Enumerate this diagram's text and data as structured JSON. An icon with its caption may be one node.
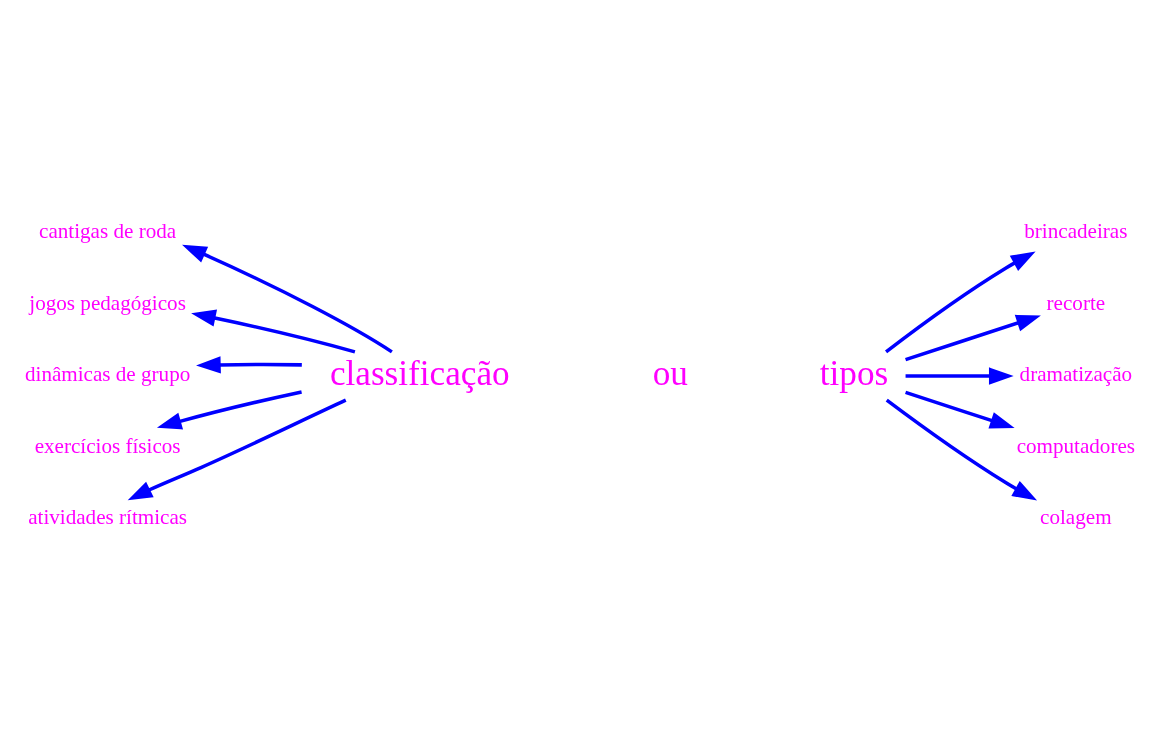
{
  "diagram": {
    "nodes": [
      {
        "text": [
          "classificação"
        ]
      },
      {
        "text": [
          "ou"
        ]
      },
      {
        "text": [
          "tipos"
        ]
      },
      {
        "text": [
          "cantigas de roda"
        ]
      },
      {
        "text": [
          "jogos pedagógicos"
        ]
      },
      {
        "text": [
          "dinâmicas de grupo"
        ]
      },
      {
        "text": [
          "exercícios físicos"
        ]
      },
      {
        "text": [
          "atividades rítmicas"
        ]
      },
      {
        "text": [
          "brincadeiras"
        ]
      },
      {
        "text": [
          "recorte"
        ]
      },
      {
        "text": [
          "dramatização"
        ]
      },
      {
        "text": [
          "computadores"
        ]
      },
      {
        "text": [
          "colagem"
        ]
      }
    ],
    "edges": [
      {
        "from": 0,
        "to": 3,
        "arrow": "to"
      },
      {
        "from": 0,
        "to": 4,
        "arrow": "to"
      },
      {
        "from": 0,
        "to": 5,
        "arrow": "to"
      },
      {
        "from": 0,
        "to": 6,
        "arrow": "to"
      },
      {
        "from": 0,
        "to": 7,
        "arrow": "to"
      },
      {
        "from": 2,
        "to": 8,
        "arrow": "to"
      },
      {
        "from": 2,
        "to": 9,
        "arrow": "to"
      },
      {
        "from": 2,
        "to": 10,
        "arrow": "to"
      },
      {
        "from": 2,
        "to": 11,
        "arrow": "to"
      },
      {
        "from": 2,
        "to": 12,
        "arrow": "to"
      }
    ]
  }
}
